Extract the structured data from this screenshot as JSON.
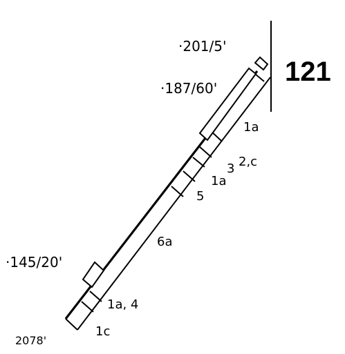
{
  "section_number": "121",
  "total_depth": "2078'",
  "tops": [
    {
      "label": "·201/5'"
    },
    {
      "label": "·187/60'"
    },
    {
      "label": "·145/20'"
    }
  ],
  "unit_labels": {
    "u1": "1a",
    "u2": "2,c",
    "u3": "3",
    "u4": "1a",
    "u5": "5",
    "u6": "6a",
    "u7": "1a, 4",
    "u8": "1c"
  }
}
